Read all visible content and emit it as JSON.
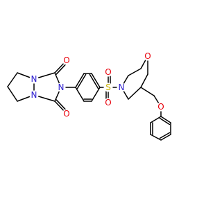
{
  "diagram": {
    "type": "chemical-structure",
    "colors": {
      "bond": "#000000",
      "N": "#2B1CCF",
      "O": "#E8000B",
      "S": "#C9B100",
      "background": "#ffffff"
    },
    "atom_labels": {
      "O_carbonyl_top": "O",
      "O_carbonyl_bottom": "O",
      "N_imide": "N",
      "N_ring_top": "N",
      "N_ring_bottom": "N",
      "S_sulfonyl": "S",
      "O_sulfonyl_top": "O",
      "O_sulfonyl_bottom": "O",
      "N_morpholine": "N",
      "O_morpholine": "O",
      "O_ether": "O"
    }
  }
}
